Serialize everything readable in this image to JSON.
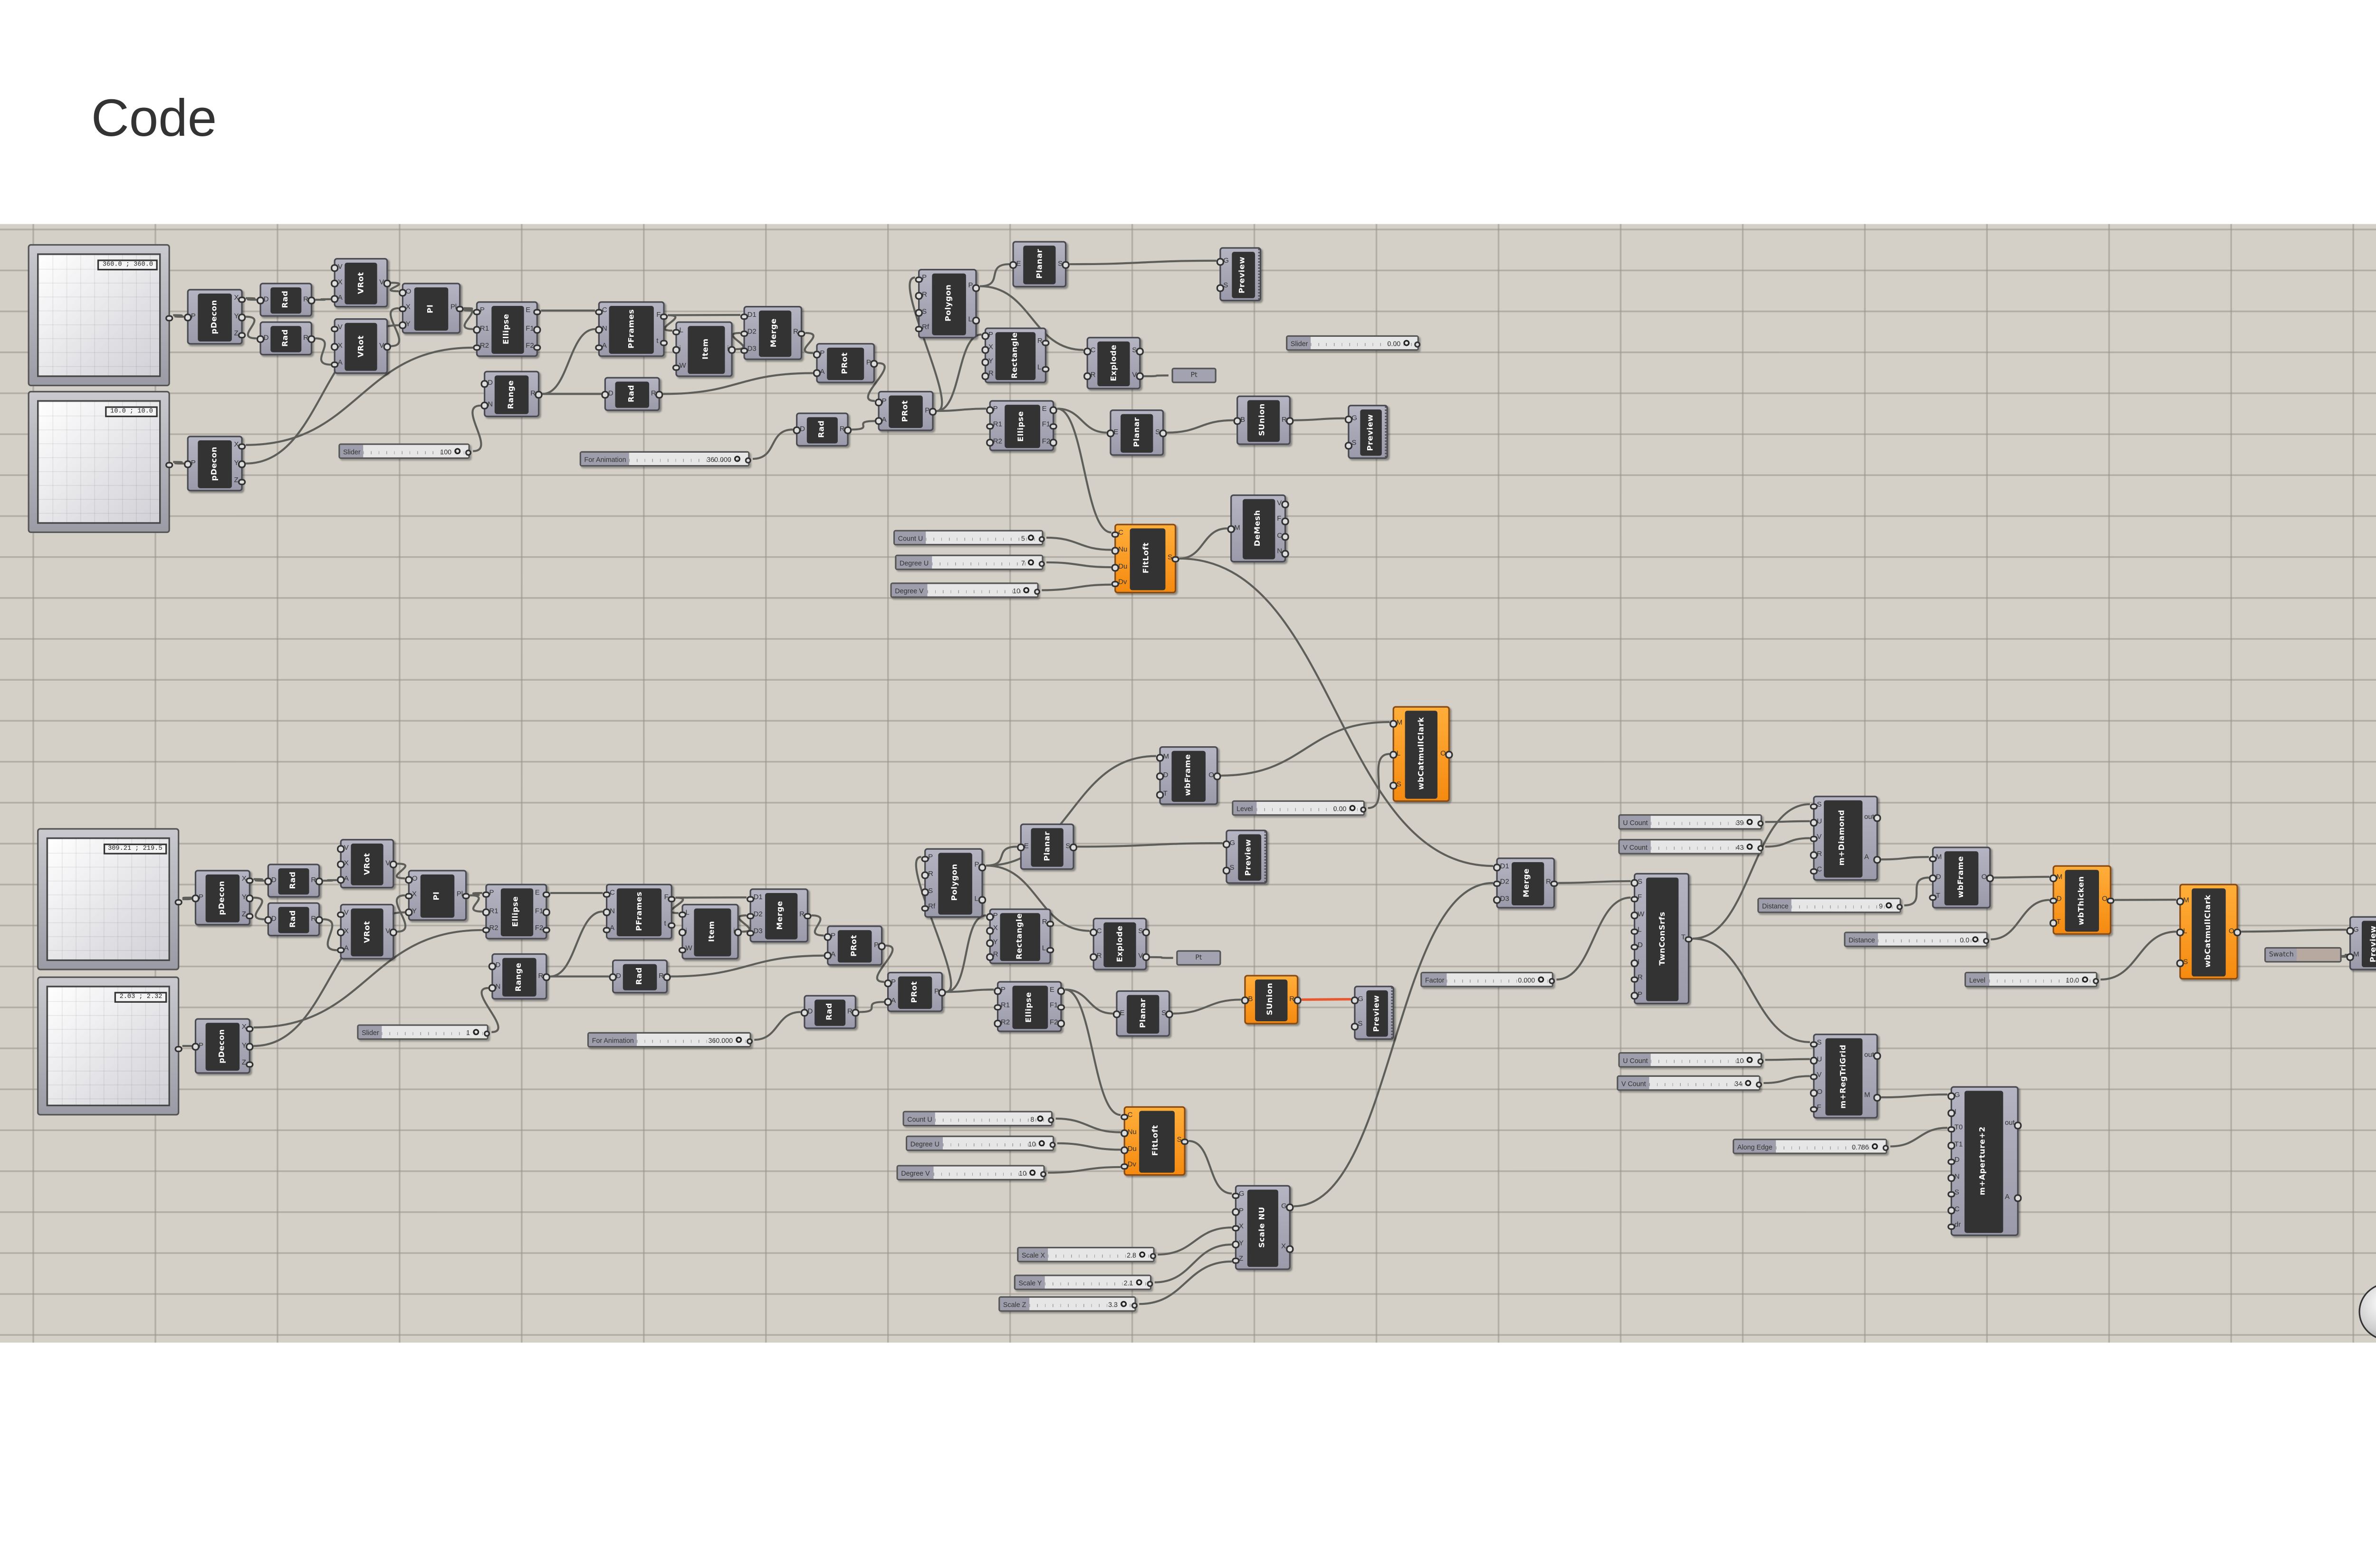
{
  "title": "Code",
  "colors": {
    "canvas": "#d4d0c8",
    "component": "#a8a8b6",
    "accent_orange": "#f7941d",
    "swatch": "#b8a9a0",
    "active_wire": "#e8572e"
  },
  "graph_mappers": {
    "gm1": {
      "readout": "360.0 ; 360.0"
    },
    "gm2": {
      "readout": "10.0 ; 10.0"
    },
    "gm3": {
      "readout": "309.21 ; 219.5"
    },
    "gm4": {
      "readout": "2.03 ; 2.32"
    }
  },
  "nodes": {
    "pdA": {
      "label": "pDecon",
      "in": [
        "P"
      ],
      "out": [
        "X",
        "Y",
        "Z"
      ]
    },
    "radA1": {
      "label": "Rad",
      "in": [
        "D"
      ],
      "out": [
        "R"
      ]
    },
    "radA2": {
      "label": "Rad",
      "in": [
        "D"
      ],
      "out": [
        "R"
      ]
    },
    "vrotA1": {
      "label": "VRot",
      "in": [
        "V",
        "X",
        "A"
      ],
      "out": [
        "V"
      ]
    },
    "vrotA2": {
      "label": "VRot",
      "in": [
        "V",
        "X",
        "A"
      ],
      "out": [
        "V"
      ]
    },
    "plA": {
      "label": "Pl",
      "in": [
        "O",
        "X",
        "Y"
      ],
      "out": [
        "Pl"
      ]
    },
    "ellA": {
      "label": "Ellipse",
      "in": [
        "P",
        "R1",
        "R2"
      ],
      "out": [
        "E",
        "F1",
        "F2"
      ]
    },
    "pfA": {
      "label": "PFrames",
      "in": [
        "C",
        "N",
        "A"
      ],
      "out": [
        "F",
        "t"
      ]
    },
    "itemA": {
      "label": "Item",
      "in": [
        "L",
        "i",
        "W"
      ],
      "out": [
        "i"
      ]
    },
    "mergeA": {
      "label": "Merge",
      "in": [
        "D1",
        "D2",
        "D3"
      ],
      "out": [
        "R"
      ]
    },
    "rangeA": {
      "label": "Range",
      "in": [
        "D",
        "N"
      ],
      "out": [
        "R"
      ]
    },
    "radA3": {
      "label": "Rad",
      "in": [
        "D"
      ],
      "out": [
        "R"
      ]
    },
    "pdB": {
      "label": "pDecon",
      "in": [
        "P"
      ],
      "out": [
        "X",
        "Y",
        "Z"
      ]
    },
    "protA1": {
      "label": "PRot",
      "in": [
        "P",
        "A"
      ],
      "out": [
        "P"
      ]
    },
    "radA4": {
      "label": "Rad",
      "in": [
        "D"
      ],
      "out": [
        "R"
      ]
    },
    "protA2": {
      "label": "PRot",
      "in": [
        "P",
        "A"
      ],
      "out": [
        "P"
      ]
    },
    "polyA": {
      "label": "Polygon",
      "in": [
        "P",
        "R",
        "S",
        "Rf"
      ],
      "out": [
        "P",
        "L"
      ]
    },
    "planarA1": {
      "label": "Planar",
      "in": [
        "E"
      ],
      "out": [
        "S"
      ]
    },
    "prevA1": {
      "label": "Preview",
      "in": [
        "G",
        "S"
      ],
      "out": []
    },
    "rectA": {
      "label": "Rectangle",
      "in": [
        "P",
        "X",
        "Y",
        "R"
      ],
      "out": [
        "R",
        "L"
      ]
    },
    "explodeA": {
      "label": "Explode",
      "in": [
        "C",
        "R"
      ],
      "out": [
        "S",
        "V"
      ]
    },
    "ellA2": {
      "label": "Ellipse",
      "in": [
        "P",
        "R1",
        "R2"
      ],
      "out": [
        "E",
        "F1",
        "F2"
      ]
    },
    "planarA2": {
      "label": "Planar",
      "in": [
        "E"
      ],
      "out": [
        "S"
      ]
    },
    "sunionA": {
      "label": "SUnion",
      "in": [
        "B"
      ],
      "out": [
        "R"
      ]
    },
    "prevA2": {
      "label": "Preview",
      "in": [
        "G",
        "S"
      ],
      "out": []
    },
    "fitloftA": {
      "label": "FitLoft",
      "in": [
        "C",
        "Nu",
        "Du",
        "Dv"
      ],
      "out": [
        "S"
      ]
    },
    "demesh": {
      "label": "DeMesh",
      "in": [
        "M"
      ],
      "out": [
        "V",
        "F",
        "C",
        "N"
      ]
    },
    "pdC": {
      "label": "pDecon",
      "in": [
        "P"
      ],
      "out": [
        "X",
        "Y",
        "Z"
      ]
    },
    "radC1": {
      "label": "Rad",
      "in": [
        "D"
      ],
      "out": [
        "R"
      ]
    },
    "radC2": {
      "label": "Rad",
      "in": [
        "D"
      ],
      "out": [
        "R"
      ]
    },
    "vrotC1": {
      "label": "VRot",
      "in": [
        "V",
        "X",
        "A"
      ],
      "out": [
        "V"
      ]
    },
    "vrotC2": {
      "label": "VRot",
      "in": [
        "V",
        "X",
        "A"
      ],
      "out": [
        "V"
      ]
    },
    "plC": {
      "label": "Pl",
      "in": [
        "O",
        "X",
        "Y"
      ],
      "out": [
        "Pl"
      ]
    },
    "ellC": {
      "label": "Ellipse",
      "in": [
        "P",
        "R1",
        "R2"
      ],
      "out": [
        "E",
        "F1",
        "F2"
      ]
    },
    "pfC": {
      "label": "PFrames",
      "in": [
        "C",
        "N",
        "A"
      ],
      "out": [
        "F",
        "t"
      ]
    },
    "itemC": {
      "label": "Item",
      "in": [
        "L",
        "i",
        "W"
      ],
      "out": [
        "i"
      ]
    },
    "mergeD": {
      "label": "Merge",
      "in": [
        "D1",
        "D2",
        "D3"
      ],
      "out": [
        "R"
      ]
    },
    "rangeC": {
      "label": "Range",
      "in": [
        "D",
        "N"
      ],
      "out": [
        "R"
      ]
    },
    "radC3": {
      "label": "Rad",
      "in": [
        "D"
      ],
      "out": [
        "R"
      ]
    },
    "pdD": {
      "label": "pDecon",
      "in": [
        "P"
      ],
      "out": [
        "X",
        "Y",
        "Z"
      ]
    },
    "protC1": {
      "label": "PRot",
      "in": [
        "P",
        "A"
      ],
      "out": [
        "P"
      ]
    },
    "radC4": {
      "label": "Rad",
      "in": [
        "D"
      ],
      "out": [
        "R"
      ]
    },
    "protC2": {
      "label": "PRot",
      "in": [
        "P",
        "A"
      ],
      "out": [
        "P"
      ]
    },
    "polyC": {
      "label": "Polygon",
      "in": [
        "P",
        "R",
        "S",
        "Rf"
      ],
      "out": [
        "P",
        "L"
      ]
    },
    "planarC1": {
      "label": "Planar",
      "in": [
        "E"
      ],
      "out": [
        "S"
      ]
    },
    "prevC1": {
      "label": "Preview",
      "in": [
        "G",
        "S"
      ],
      "out": []
    },
    "rectC": {
      "label": "Rectangle",
      "in": [
        "P",
        "X",
        "Y",
        "R"
      ],
      "out": [
        "R",
        "L"
      ]
    },
    "explodeC": {
      "label": "Explode",
      "in": [
        "C",
        "R"
      ],
      "out": [
        "S",
        "V"
      ]
    },
    "ellC2": {
      "label": "Ellipse",
      "in": [
        "P",
        "R1",
        "R2"
      ],
      "out": [
        "E",
        "F1",
        "F2"
      ]
    },
    "planarC2": {
      "label": "Planar",
      "in": [
        "E"
      ],
      "out": [
        "S"
      ]
    },
    "sunionC": {
      "label": "SUnion",
      "in": [
        "B"
      ],
      "out": [
        "R"
      ]
    },
    "prevC2": {
      "label": "Preview",
      "in": [
        "G",
        "S"
      ],
      "out": []
    },
    "wbframeB": {
      "label": "wbFrame",
      "in": [
        "M",
        "D",
        "T"
      ],
      "out": [
        "O"
      ]
    },
    "wbcc1": {
      "label": "wbCatmullClark",
      "in": [
        "M",
        "L",
        "S"
      ],
      "out": [
        "O"
      ]
    },
    "fitloftB": {
      "label": "FitLoft",
      "in": [
        "C",
        "Nu",
        "Du",
        "Dv"
      ],
      "out": [
        "S"
      ]
    },
    "scaleNU": {
      "label": "Scale NU",
      "in": [
        "G",
        "P",
        "X",
        "Y",
        "Z"
      ],
      "out": [
        "G",
        "X"
      ]
    },
    "mergeE": {
      "label": "Merge",
      "in": [
        "D1",
        "D2",
        "D3"
      ],
      "out": [
        "R"
      ]
    },
    "twn": {
      "label": "TwnConSrfs",
      "in": [
        "S",
        "F",
        "W",
        "L",
        "D",
        "I",
        "R",
        "P"
      ],
      "out": [
        "T"
      ]
    },
    "diamond": {
      "label": "m+Diamond",
      "in": [
        "S",
        "U",
        "V",
        "R",
        "C"
      ],
      "out": [
        "out",
        "A"
      ]
    },
    "wbframeC": {
      "label": "wbFrame",
      "in": [
        "M",
        "D",
        "T"
      ],
      "out": [
        "O"
      ]
    },
    "thicken": {
      "label": "wbThicken",
      "in": [
        "M",
        "D",
        "T"
      ],
      "out": [
        "O"
      ]
    },
    "wbcc2": {
      "label": "wbCatmullClark",
      "in": [
        "M",
        "L",
        "S"
      ],
      "out": [
        "O"
      ]
    },
    "prevD": {
      "label": "Preview",
      "in": [
        "G",
        "M"
      ],
      "out": []
    },
    "regtri": {
      "label": "m+RegTriGrid",
      "in": [
        "S",
        "U",
        "V",
        "O",
        "F"
      ],
      "out": [
        "out",
        "M"
      ]
    },
    "aperture": {
      "label": "m+Aperture+2",
      "in": [
        "G",
        "I",
        "T0",
        "T1",
        "D",
        "N",
        "S",
        "C",
        "dr"
      ],
      "out": [
        "out",
        "A"
      ]
    }
  },
  "sliders": {
    "sA": {
      "label": "Slider",
      "value": "100"
    },
    "animA": {
      "label": "For Animation",
      "value": "360.000"
    },
    "s0": {
      "label": "Slider",
      "value": "0.00"
    },
    "cuA": {
      "label": "Count U",
      "value": "5"
    },
    "duA": {
      "label": "Degree U",
      "value": "7"
    },
    "dvA": {
      "label": "Degree V",
      "value": "10"
    },
    "sC": {
      "label": "Slider",
      "value": "1"
    },
    "animC": {
      "label": "For Animation",
      "value": "360.000"
    },
    "lvl1": {
      "label": "Level",
      "value": "0.00"
    },
    "cuB": {
      "label": "Count U",
      "value": "8"
    },
    "duB": {
      "label": "Degree U",
      "value": "10"
    },
    "dvB": {
      "label": "Degree V",
      "value": "10"
    },
    "sx": {
      "label": "Scale X",
      "value": "2.8"
    },
    "sy": {
      "label": "Scale Y",
      "value": "2.1"
    },
    "sz": {
      "label": "Scale Z",
      "value": "3.3"
    },
    "factor": {
      "label": "Factor",
      "value": "0.000"
    },
    "uc1": {
      "label": "U Count",
      "value": "39"
    },
    "vc1": {
      "label": "V Count",
      "value": "43"
    },
    "d9": {
      "label": "Distance",
      "value": "9"
    },
    "d0": {
      "label": "Distance",
      "value": "0.0"
    },
    "lvl2": {
      "label": "Level",
      "value": "10.0"
    },
    "uc2": {
      "label": "U Count",
      "value": "10"
    },
    "vc2": {
      "label": "V Count",
      "value": "34"
    },
    "along": {
      "label": "Along Edge",
      "value": "0.786"
    }
  },
  "points": {
    "ptA": {
      "label": "Pt"
    },
    "ptC": {
      "label": "Pt"
    }
  },
  "swatch": {
    "label": "Swatch"
  }
}
